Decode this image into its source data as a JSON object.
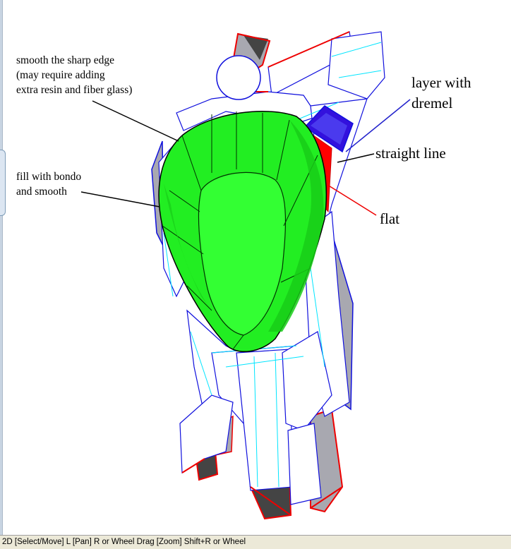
{
  "annotations": {
    "smooth_edge": "smooth the sharp edge\n(may require adding\nextra resin and fiber glass)",
    "fill_bondo": "fill with bondo\nand smooth",
    "layer_dremel": "layer with\ndremel",
    "straight_line": "straight line",
    "flat": "flat"
  },
  "colors": {
    "green_region": "#22ee22",
    "red_region": "#ff0000",
    "blue_region": "#3311dd",
    "model_outline_red": "#ee0000",
    "model_outline_blue": "#1010dd",
    "model_fold_cyan": "#00e5ff",
    "model_shade_gray": "#a8a8b0"
  },
  "status_bar": {
    "text": "2D [Select/Move] L [Pan] R or Wheel Drag [Zoom] Shift+R or Wheel"
  }
}
